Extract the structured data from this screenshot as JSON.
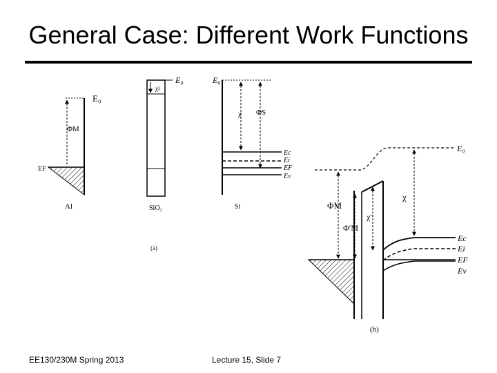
{
  "title": "General Case: Different Work Functions",
  "footer": {
    "course": "EE130/230M Spring 2013",
    "slide": "Lecture 15, Slide 7"
  },
  "fig_a": {
    "E0_label": "E₀",
    "phiM": "ΦM",
    "EF": "EF",
    "metal": "Al",
    "chi_i": "χi",
    "oxide": "SiO₂",
    "chi": "χ",
    "phiS": "ΦS",
    "Ec": "Ec",
    "Ei": "Ei",
    "EF_si": "EF",
    "Ev": "Ev",
    "semi": "Si",
    "caption": "(a)"
  },
  "fig_b": {
    "E0_label": "E₀",
    "phiM": "ΦM",
    "phiM_prime": "Φ′M",
    "chi": "χ",
    "chi_prime": "χ′",
    "Ec": "Ec",
    "Ei": "Ei",
    "EF": "EF",
    "Ev": "Ev",
    "caption": "(b)"
  }
}
